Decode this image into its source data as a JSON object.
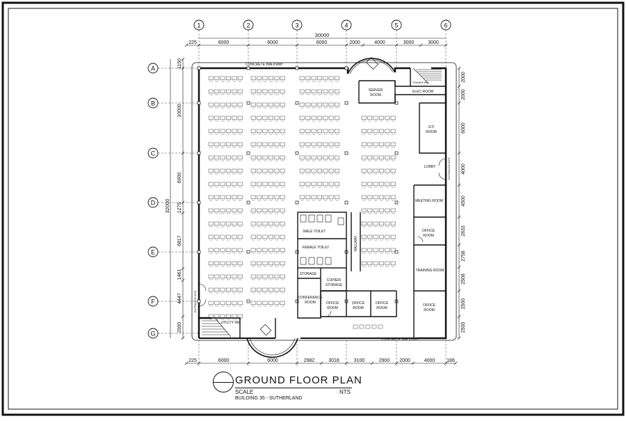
{
  "drawing": {
    "title": "GROUND FLOOR PLAN",
    "scale_label": "SCALE",
    "scale_value": "NTS",
    "building": "BUILDING 35 - SUTHERLAND"
  },
  "grid": {
    "columns": [
      "1",
      "2",
      "3",
      "4",
      "5",
      "6"
    ],
    "rows": [
      "A",
      "B",
      "C",
      "D",
      "E",
      "F",
      "G"
    ]
  },
  "dimensions": {
    "overall_width": "30000",
    "overall_depth": "32000",
    "top": [
      "225",
      "6000",
      "6000",
      "6000",
      "2000",
      "4000",
      "3000",
      "3000"
    ],
    "bottom": [
      "225",
      "6000",
      "6000",
      "2982",
      "3018",
      "3100",
      "2900",
      "2000",
      "4000",
      "186"
    ],
    "left_primary": [
      "1150",
      "10000",
      "6000",
      "1275",
      "6817",
      "1461",
      "4447",
      "2000"
    ],
    "right": [
      "2000",
      "2000",
      "6000",
      "4000",
      "4500",
      "2833",
      "2758",
      "2508",
      "2500",
      "2500"
    ]
  },
  "labels": {
    "walkway_top": "CONCRETE WALKWAY",
    "walkway_bottom": "CONCRETE WALKWAY",
    "server_room": [
      "SERVER",
      "ROOM"
    ],
    "power_rm": "POWER RM.",
    "elec_room": "ELEC ROOM",
    "git_room": [
      "GTI",
      "ROOM"
    ],
    "lobby": "LOBBY",
    "entrance_exit_right": "ENTRANCE EXIT",
    "meeting_room": "MEETING ROOM",
    "office_room_r1": [
      "OFFICE",
      "ROOM"
    ],
    "training_room": "TRAINING ROOM",
    "office_room_r2": [
      "OFFICE",
      "ROOM"
    ],
    "male_toilet": "MALE TOILET",
    "female_toilet": "FEMALE TOILET",
    "hallway": "HALLWAY",
    "storage": "STORAGE",
    "copier_storage": [
      "COPIER/",
      "STORAGE"
    ],
    "conference_room": [
      "CONFERENCE",
      "ROOM"
    ],
    "office_a": [
      "OFFICE",
      "ROOM"
    ],
    "office_b": [
      "OFFICE",
      "ROOM"
    ],
    "office_c": [
      "OFFICE",
      "ROOM"
    ],
    "utility_rm": "UTILITY RM.",
    "entrance_exit_left": "ENTRANCE EXIT"
  },
  "colors": {
    "line": "#111111",
    "furniture": "#333333",
    "background": "#ffffff"
  }
}
